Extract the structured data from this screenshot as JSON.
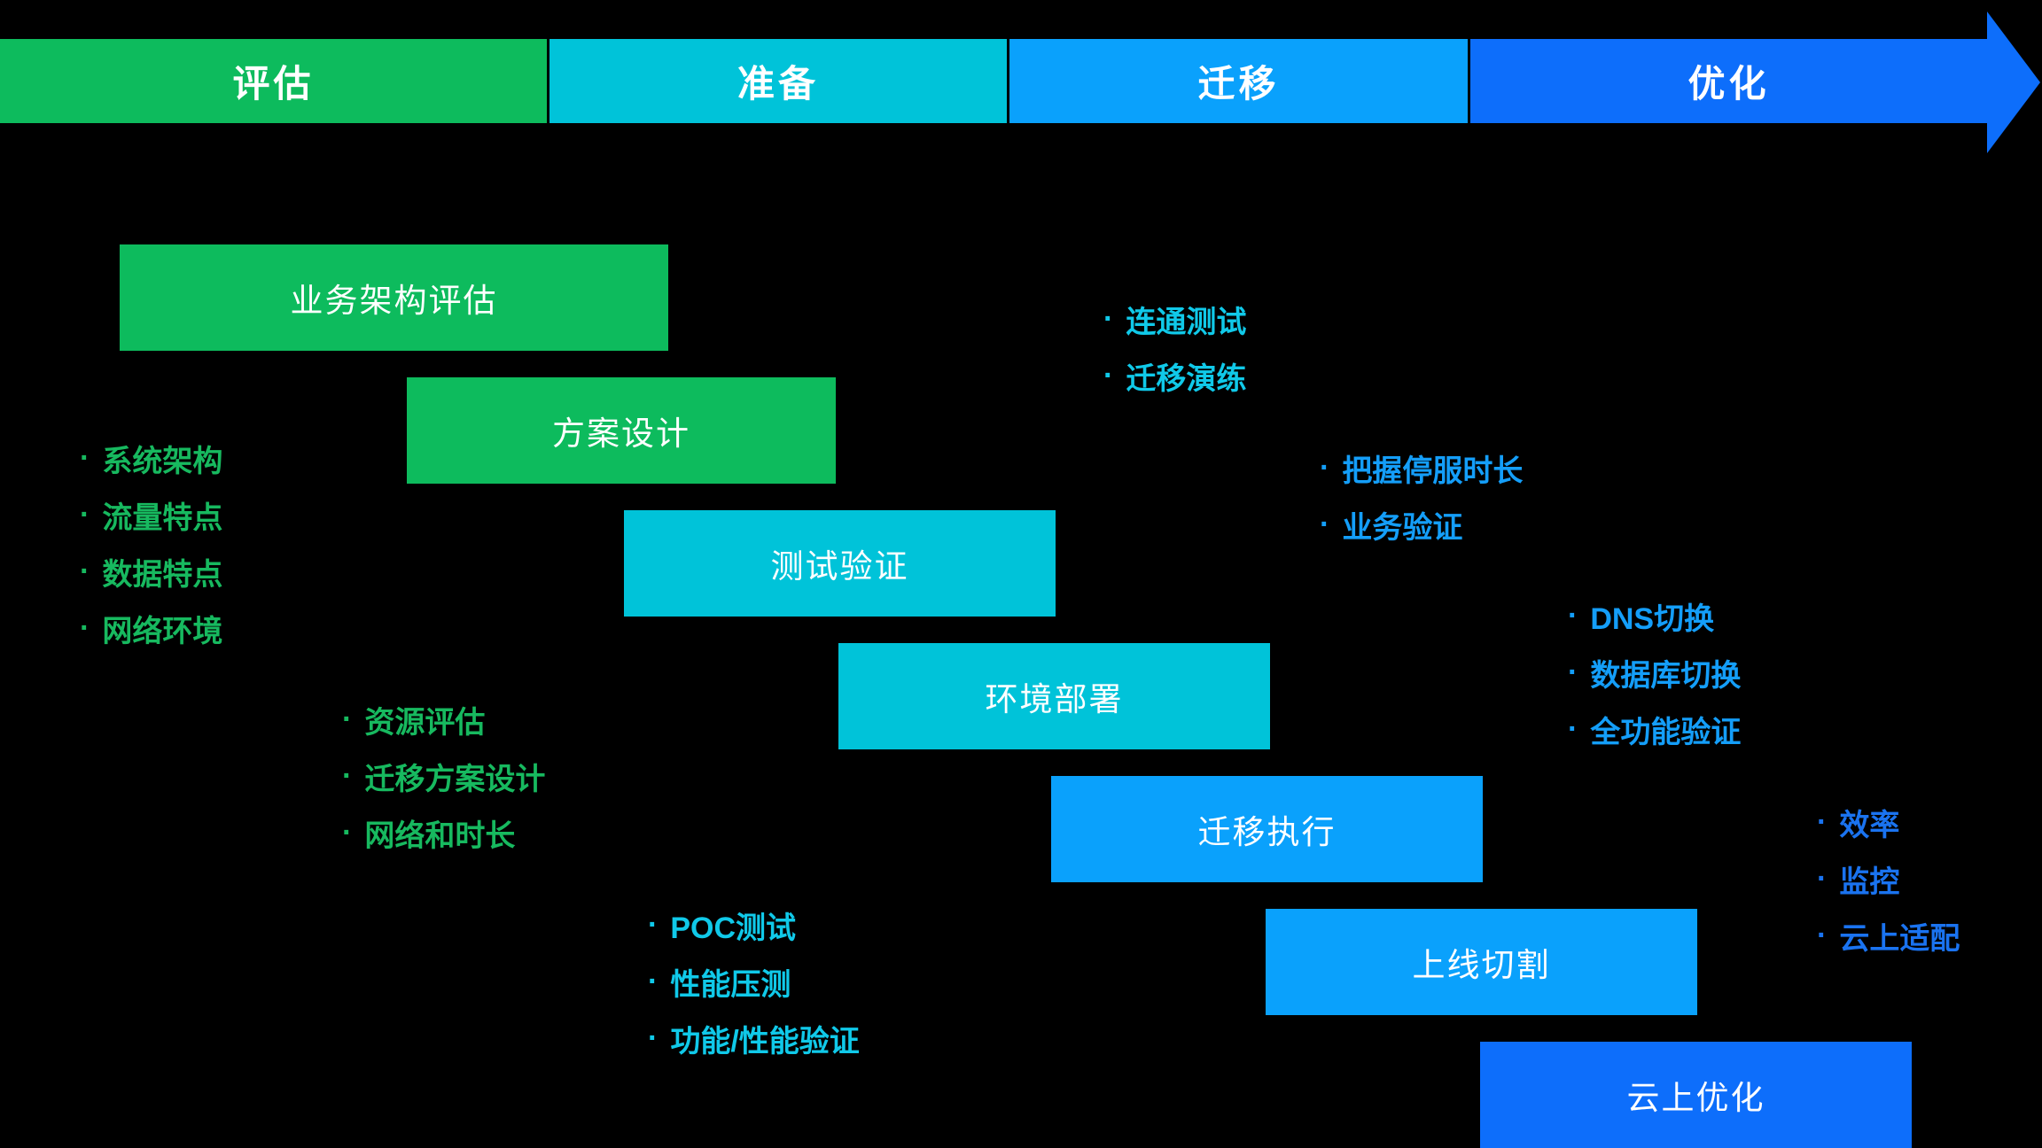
{
  "diagram_title": "",
  "bullet_char": "·",
  "palette": {
    "background": "#000000",
    "green": "#0dbb5d",
    "cyan": "#00c3d9",
    "light_blue": "#0aa1fc",
    "blue": "#0d6efb",
    "green_text": "#17b95f",
    "cyan_text": "#10c9e9",
    "light_blue_text": "#149ef9",
    "blue_text": "#1a73f0",
    "label_text": "#ffffff"
  },
  "phases": [
    {
      "label": "评估",
      "color_key": "green"
    },
    {
      "label": "准备",
      "color_key": "cyan"
    },
    {
      "label": "迁移",
      "color_key": "light_blue"
    },
    {
      "label": "优化",
      "color_key": "blue"
    }
  ],
  "boxes": [
    {
      "label": "业务架构评估",
      "color_key": "green"
    },
    {
      "label": "方案设计",
      "color_key": "green"
    },
    {
      "label": "测试验证",
      "color_key": "cyan"
    },
    {
      "label": "环境部署",
      "color_key": "cyan"
    },
    {
      "label": "迁移执行",
      "color_key": "light_blue"
    },
    {
      "label": "上线切割",
      "color_key": "light_blue"
    },
    {
      "label": "云上优化",
      "color_key": "blue"
    }
  ],
  "bullet_groups": [
    {
      "color_key": "green",
      "items": [
        "系统架构",
        "流量特点",
        "数据特点",
        "网络环境"
      ]
    },
    {
      "color_key": "green",
      "items": [
        "资源评估",
        "迁移方案设计",
        "网络和时长"
      ]
    },
    {
      "color_key": "cyan",
      "items": [
        "POC测试",
        "性能压测",
        "功能/性能验证"
      ]
    },
    {
      "color_key": "cyan",
      "items": [
        "连通测试",
        "迁移演练"
      ]
    },
    {
      "color_key": "light_blue",
      "items": [
        "把握停服时长",
        "业务验证"
      ]
    },
    {
      "color_key": "light_blue",
      "items": [
        "DNS切换",
        "数据库切换",
        "全功能验证"
      ]
    },
    {
      "color_key": "blue",
      "items": [
        "效率",
        "监控",
        "云上适配"
      ]
    }
  ]
}
